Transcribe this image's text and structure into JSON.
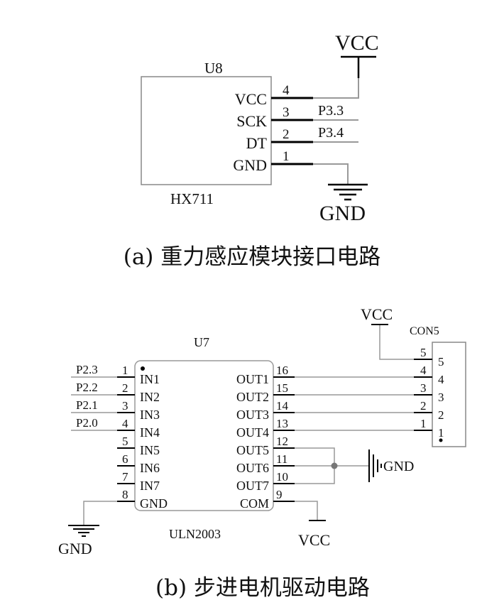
{
  "hx711": {
    "ref": "U8",
    "part": "HX711",
    "pins": [
      {
        "name": "VCC",
        "num": "4"
      },
      {
        "name": "SCK",
        "num": "3"
      },
      {
        "name": "DT",
        "num": "2"
      },
      {
        "name": "GND",
        "num": "1"
      }
    ],
    "vcc_label": "VCC",
    "gnd_label": "GND",
    "nets": [
      "P3.3",
      "P3.4"
    ]
  },
  "caption_a": "(a) 重力感应模块接口电路",
  "uln2003": {
    "ref": "U7",
    "part": "ULN2003",
    "left_pins": [
      {
        "name": "IN1",
        "num": "1",
        "net": "P2.3"
      },
      {
        "name": "IN2",
        "num": "2",
        "net": "P2.2"
      },
      {
        "name": "IN3",
        "num": "3",
        "net": "P2.1"
      },
      {
        "name": "IN4",
        "num": "4",
        "net": "P2.0"
      },
      {
        "name": "IN5",
        "num": "5",
        "net": ""
      },
      {
        "name": "IN6",
        "num": "6",
        "net": ""
      },
      {
        "name": "IN7",
        "num": "7",
        "net": ""
      },
      {
        "name": "GND",
        "num": "8",
        "net": ""
      }
    ],
    "right_pins": [
      {
        "name": "OUT1",
        "num": "16"
      },
      {
        "name": "OUT2",
        "num": "15"
      },
      {
        "name": "OUT3",
        "num": "14"
      },
      {
        "name": "OUT4",
        "num": "13"
      },
      {
        "name": "OUT5",
        "num": "12"
      },
      {
        "name": "OUT6",
        "num": "11"
      },
      {
        "name": "OUT7",
        "num": "10"
      },
      {
        "name": "COM",
        "num": "9"
      }
    ],
    "gnd_label": "GND",
    "vcc_label": "VCC",
    "out_gnd_label": "GND"
  },
  "con5": {
    "ref": "CON5",
    "vcc_label": "VCC",
    "pins": [
      {
        "num": "5",
        "inner": "5"
      },
      {
        "num": "4",
        "inner": "4"
      },
      {
        "num": "3",
        "inner": "3"
      },
      {
        "num": "2",
        "inner": "2"
      },
      {
        "num": "1",
        "inner": "1"
      }
    ]
  },
  "caption_b": "(b) 步进电机驱动电路"
}
